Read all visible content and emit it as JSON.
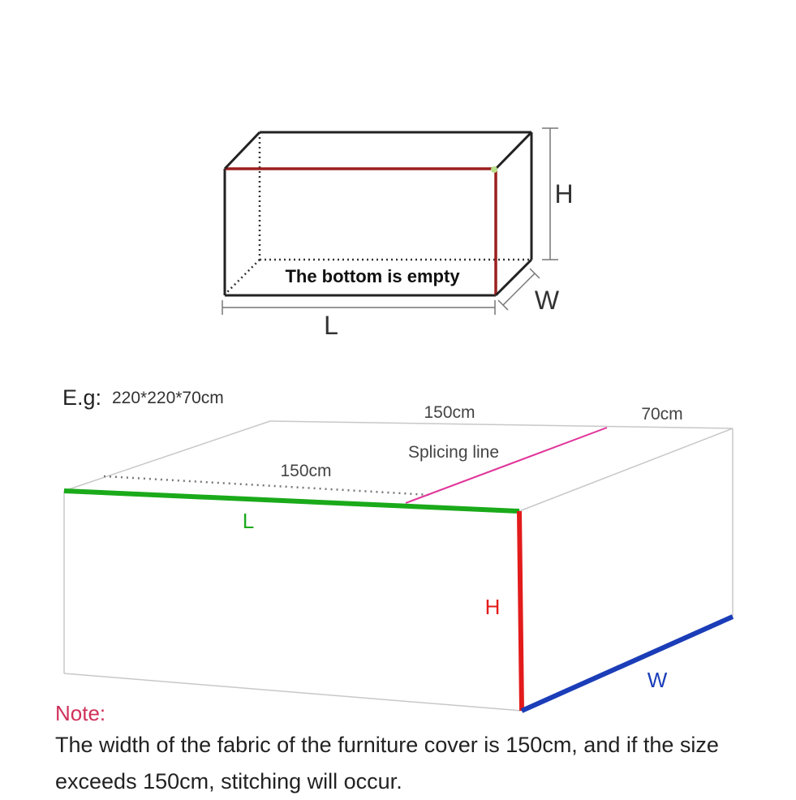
{
  "box": {
    "bottom_label": "The bottom is empty",
    "h": "H",
    "w": "W",
    "l": "L"
  },
  "example": {
    "prefix": "E.g:",
    "size": "220*220*70cm",
    "top_150_back": "150cm",
    "top_70": "70cm",
    "splicing": "Splicing line",
    "top_150_front": "150cm",
    "l": "L",
    "h": "H",
    "w": "W"
  },
  "note": {
    "title": "Note:",
    "body": "The width of the fabric of the furniture cover is 150cm, and if the size exceeds 150cm, stitching will occur."
  },
  "colors": {
    "length": "#1aaa1a",
    "height": "#e31b1b",
    "width": "#1b3db8",
    "splice": "#e0359a",
    "edge_red": "#9b1f1f",
    "note": "#d0305a"
  }
}
